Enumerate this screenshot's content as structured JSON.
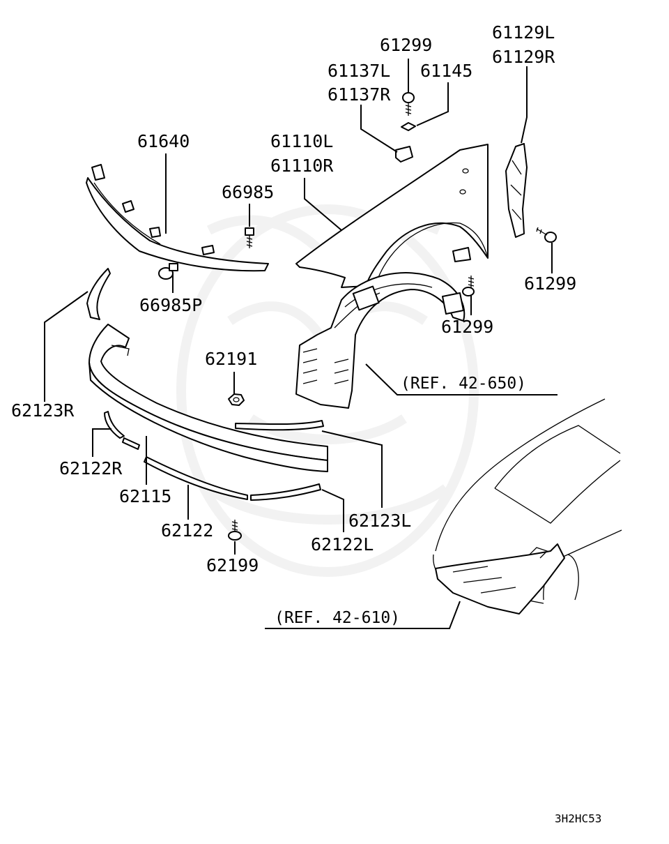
{
  "diagram_code": "3H2HC53",
  "labels": {
    "p61129L": "61129L",
    "p61129R": "61129R",
    "p61299_top": "61299",
    "p61137L": "61137L",
    "p61137R": "61137R",
    "p61145": "61145",
    "p61640": "61640",
    "p61110L": "61110L",
    "p61110R": "61110R",
    "p66985": "66985",
    "p61299_right": "61299",
    "p66985P": "66985P",
    "p61299_mid": "61299",
    "p62191": "62191",
    "ref_42_650": "(REF. 42-650)",
    "p62123R": "62123R",
    "p62122R": "62122R",
    "p62115": "62115",
    "p62123L": "62123L",
    "p62122": "62122",
    "p62122L": "62122L",
    "p62199": "62199",
    "ref_42_610": "(REF. 42-610)"
  }
}
